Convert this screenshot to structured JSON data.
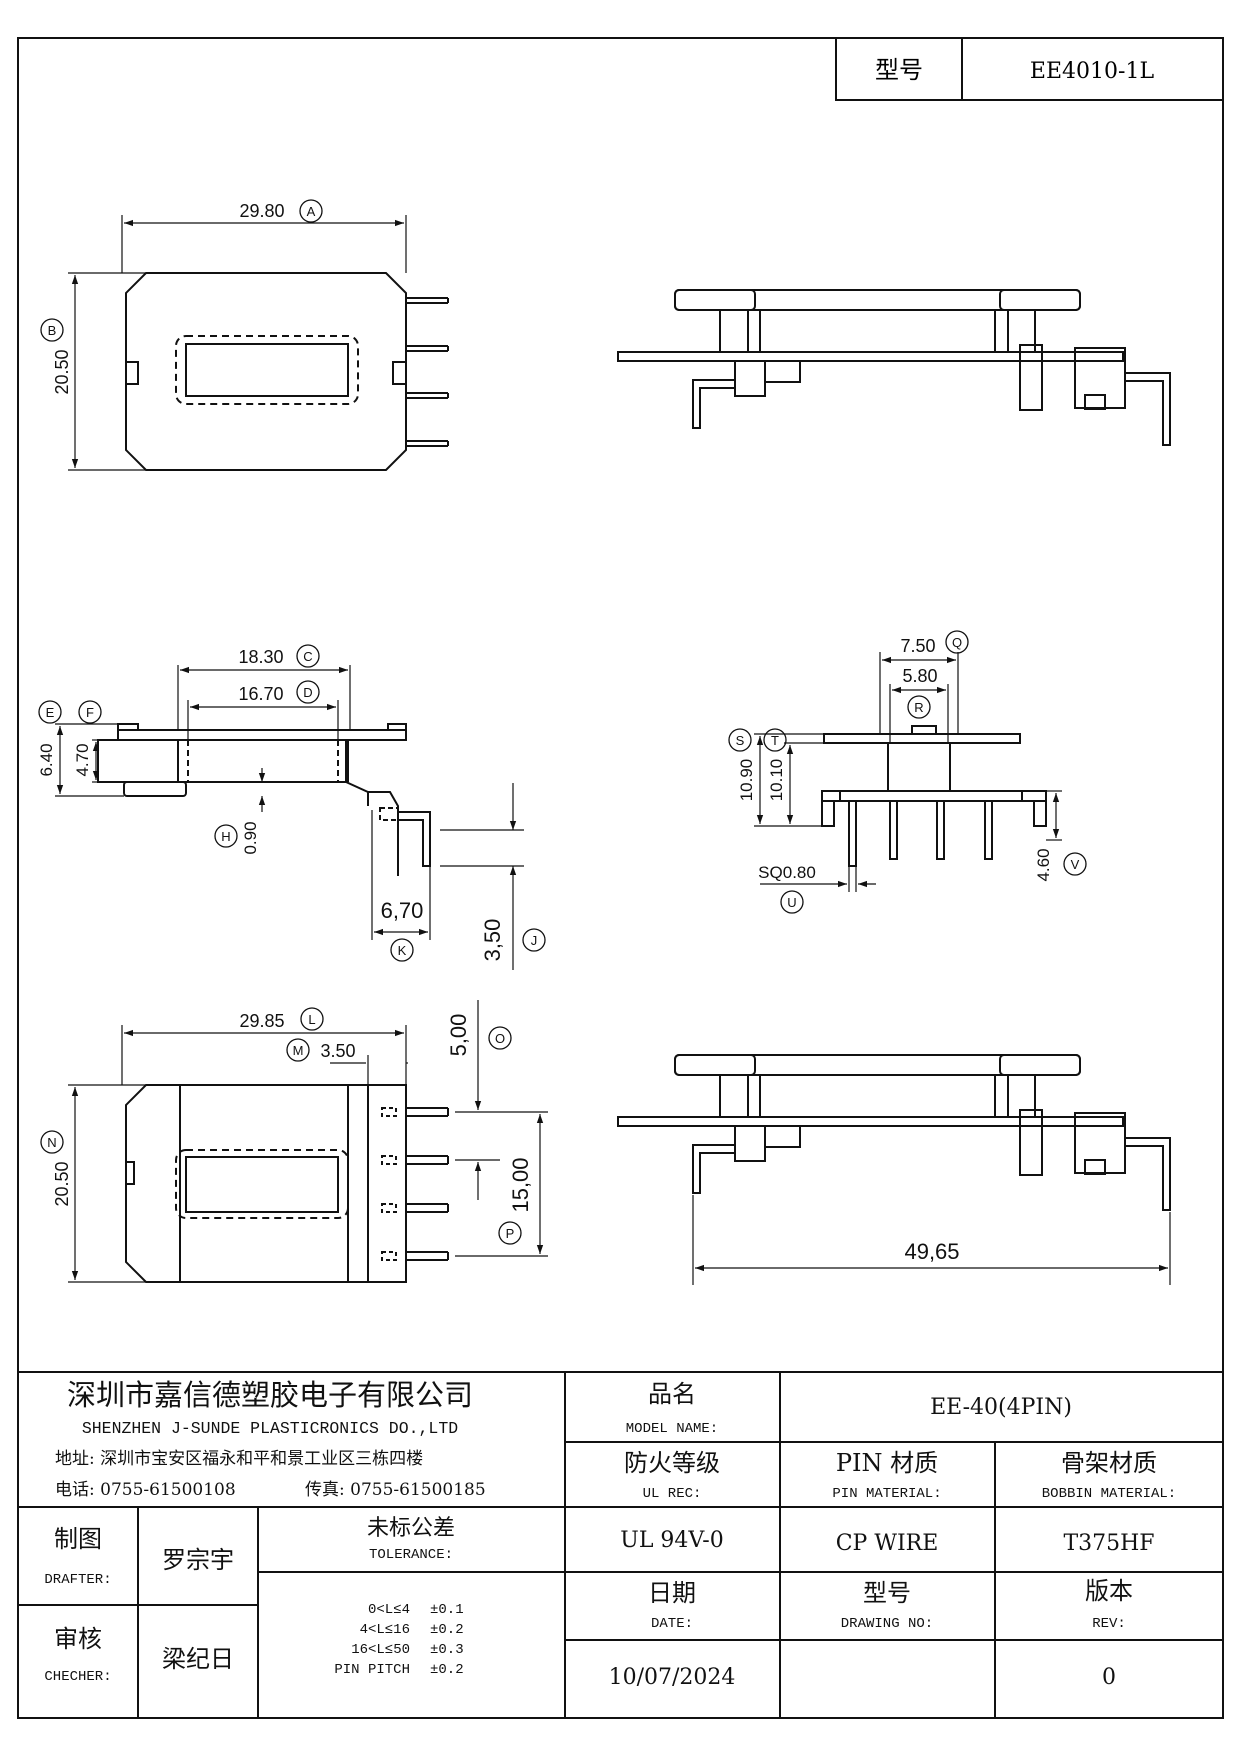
{
  "header": {
    "model_label": "型号",
    "model_value": "EE4010-1L"
  },
  "dims": {
    "A": {
      "value": "29.80",
      "tag": "A"
    },
    "B": {
      "value": "20.50",
      "tag": "B"
    },
    "C": {
      "value": "18.30",
      "tag": "C"
    },
    "D": {
      "value": "16.70",
      "tag": "D"
    },
    "E": {
      "value": "6.40",
      "tag": "E"
    },
    "F": {
      "value": "4.70",
      "tag": "F"
    },
    "H": {
      "value": "0.90",
      "tag": "H"
    },
    "J": {
      "value": "3,50",
      "tag": "J"
    },
    "K": {
      "value": "6,70",
      "tag": "K"
    },
    "L": {
      "value": "29.85",
      "tag": "L"
    },
    "M": {
      "value": "3.50",
      "tag": "M"
    },
    "N": {
      "value": "20.50",
      "tag": "N"
    },
    "O": {
      "value": "5,00",
      "tag": "O"
    },
    "P": {
      "value": "15,00",
      "tag": "P"
    },
    "Q": {
      "value": "7.50",
      "tag": "Q"
    },
    "R": {
      "value": "5.80",
      "tag": "R"
    },
    "S": {
      "value": "10.90",
      "tag": "S"
    },
    "T": {
      "value": "10.10",
      "tag": "T"
    },
    "U": {
      "value": "SQ0.80",
      "tag": "U"
    },
    "V": {
      "value": "4.60",
      "tag": "V"
    },
    "overall": {
      "value": "49,65"
    }
  },
  "title_block": {
    "company_cn": "深圳市嘉信德塑胶电子有限公司",
    "company_en": "SHENZHEN J-SUNDE PLASTICRONICS DO.,LTD",
    "address": "地址: 深圳市宝安区福永和平和景工业区三栋四楼",
    "phone": "电话: 0755-61500108",
    "fax": "传真: 0755-61500185",
    "model_name_cn": "品名",
    "model_name_en": "MODEL NAME:",
    "model_name_value": "EE-40(4PIN)",
    "ul_cn": "防火等级",
    "ul_en": "UL REC:",
    "pin_mat_cn": "PIN 材质",
    "pin_mat_en": "PIN MATERIAL:",
    "bobbin_mat_cn": "骨架材质",
    "bobbin_mat_en": "BOBBIN MATERIAL:",
    "ul_value": "UL 94V-0",
    "pin_value": "CP WIRE",
    "bobbin_value": "T375HF",
    "drafter_cn": "制图",
    "drafter_en": "DRAFTER:",
    "drafter_name": "罗宗宇",
    "checker_cn": "审核",
    "checker_en": "CHECHER:",
    "checker_name": "梁纪日",
    "tol_cn": "未标公差",
    "tol_en": "TOLERANCE:",
    "tol_rows": [
      {
        "range": "0<L≤4",
        "tol": "±0.1"
      },
      {
        "range": "4<L≤16",
        "tol": "±0.2"
      },
      {
        "range": "16<L≤50",
        "tol": "±0.3"
      },
      {
        "range": "PIN PITCH",
        "tol": "±0.2"
      }
    ],
    "date_cn": "日期",
    "date_en": "DATE:",
    "date_value": "10/07/2024",
    "dwg_cn": "型号",
    "dwg_en": "DRAWING NO:",
    "dwg_value": "",
    "rev_cn": "版本",
    "rev_en": "REV:",
    "rev_value": "0"
  }
}
